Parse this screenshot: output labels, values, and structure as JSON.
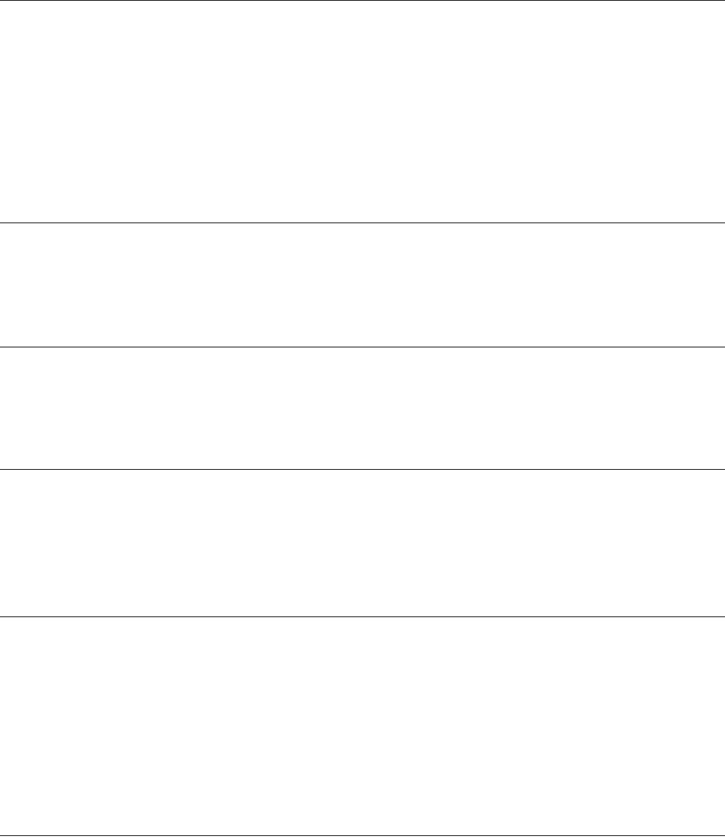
{
  "sections": [
    {
      "id": "section-1",
      "content": ""
    },
    {
      "id": "section-2",
      "content": ""
    },
    {
      "id": "section-3",
      "content": ""
    },
    {
      "id": "section-4",
      "content": ""
    },
    {
      "id": "section-5",
      "content": ""
    }
  ]
}
